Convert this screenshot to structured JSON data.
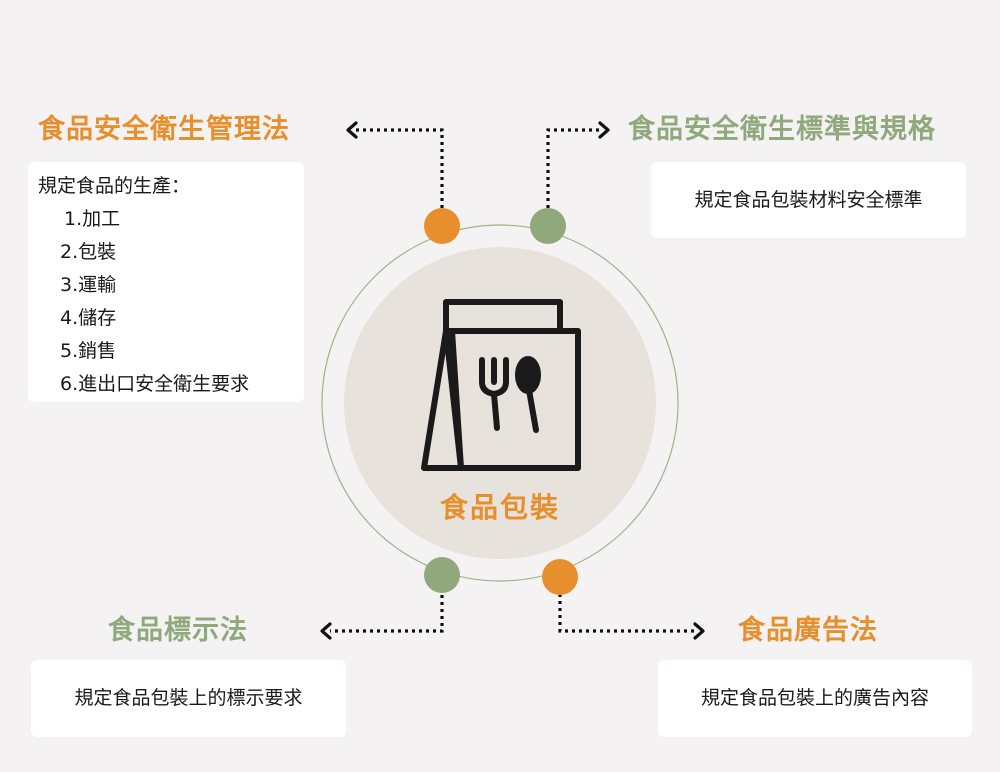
{
  "center": {
    "label": "食品包裝",
    "icon": "food-bag-icon"
  },
  "top_left": {
    "title": "食品安全衛生管理法",
    "intro": "規定食品的生產：",
    "items": [
      "1.加工",
      "2.包裝",
      "3.運輸",
      "4.儲存",
      "5.銷售",
      "6.進出口安全衛生要求"
    ]
  },
  "top_right": {
    "title": "食品安全衛生標準與規格",
    "body": "規定食品包裝材料安全標準"
  },
  "bottom_left": {
    "title": "食品標示法",
    "body": "規定食品包裝上的標示要求"
  },
  "bottom_right": {
    "title": "食品廣告法",
    "body": "規定食品包裝上的廣告內容"
  },
  "colors": {
    "orange": "#e88f2d",
    "green": "#8fa97d",
    "center_fill": "#e7e3dc",
    "ring": "#9bb58a",
    "background": "#f4f2f2"
  }
}
